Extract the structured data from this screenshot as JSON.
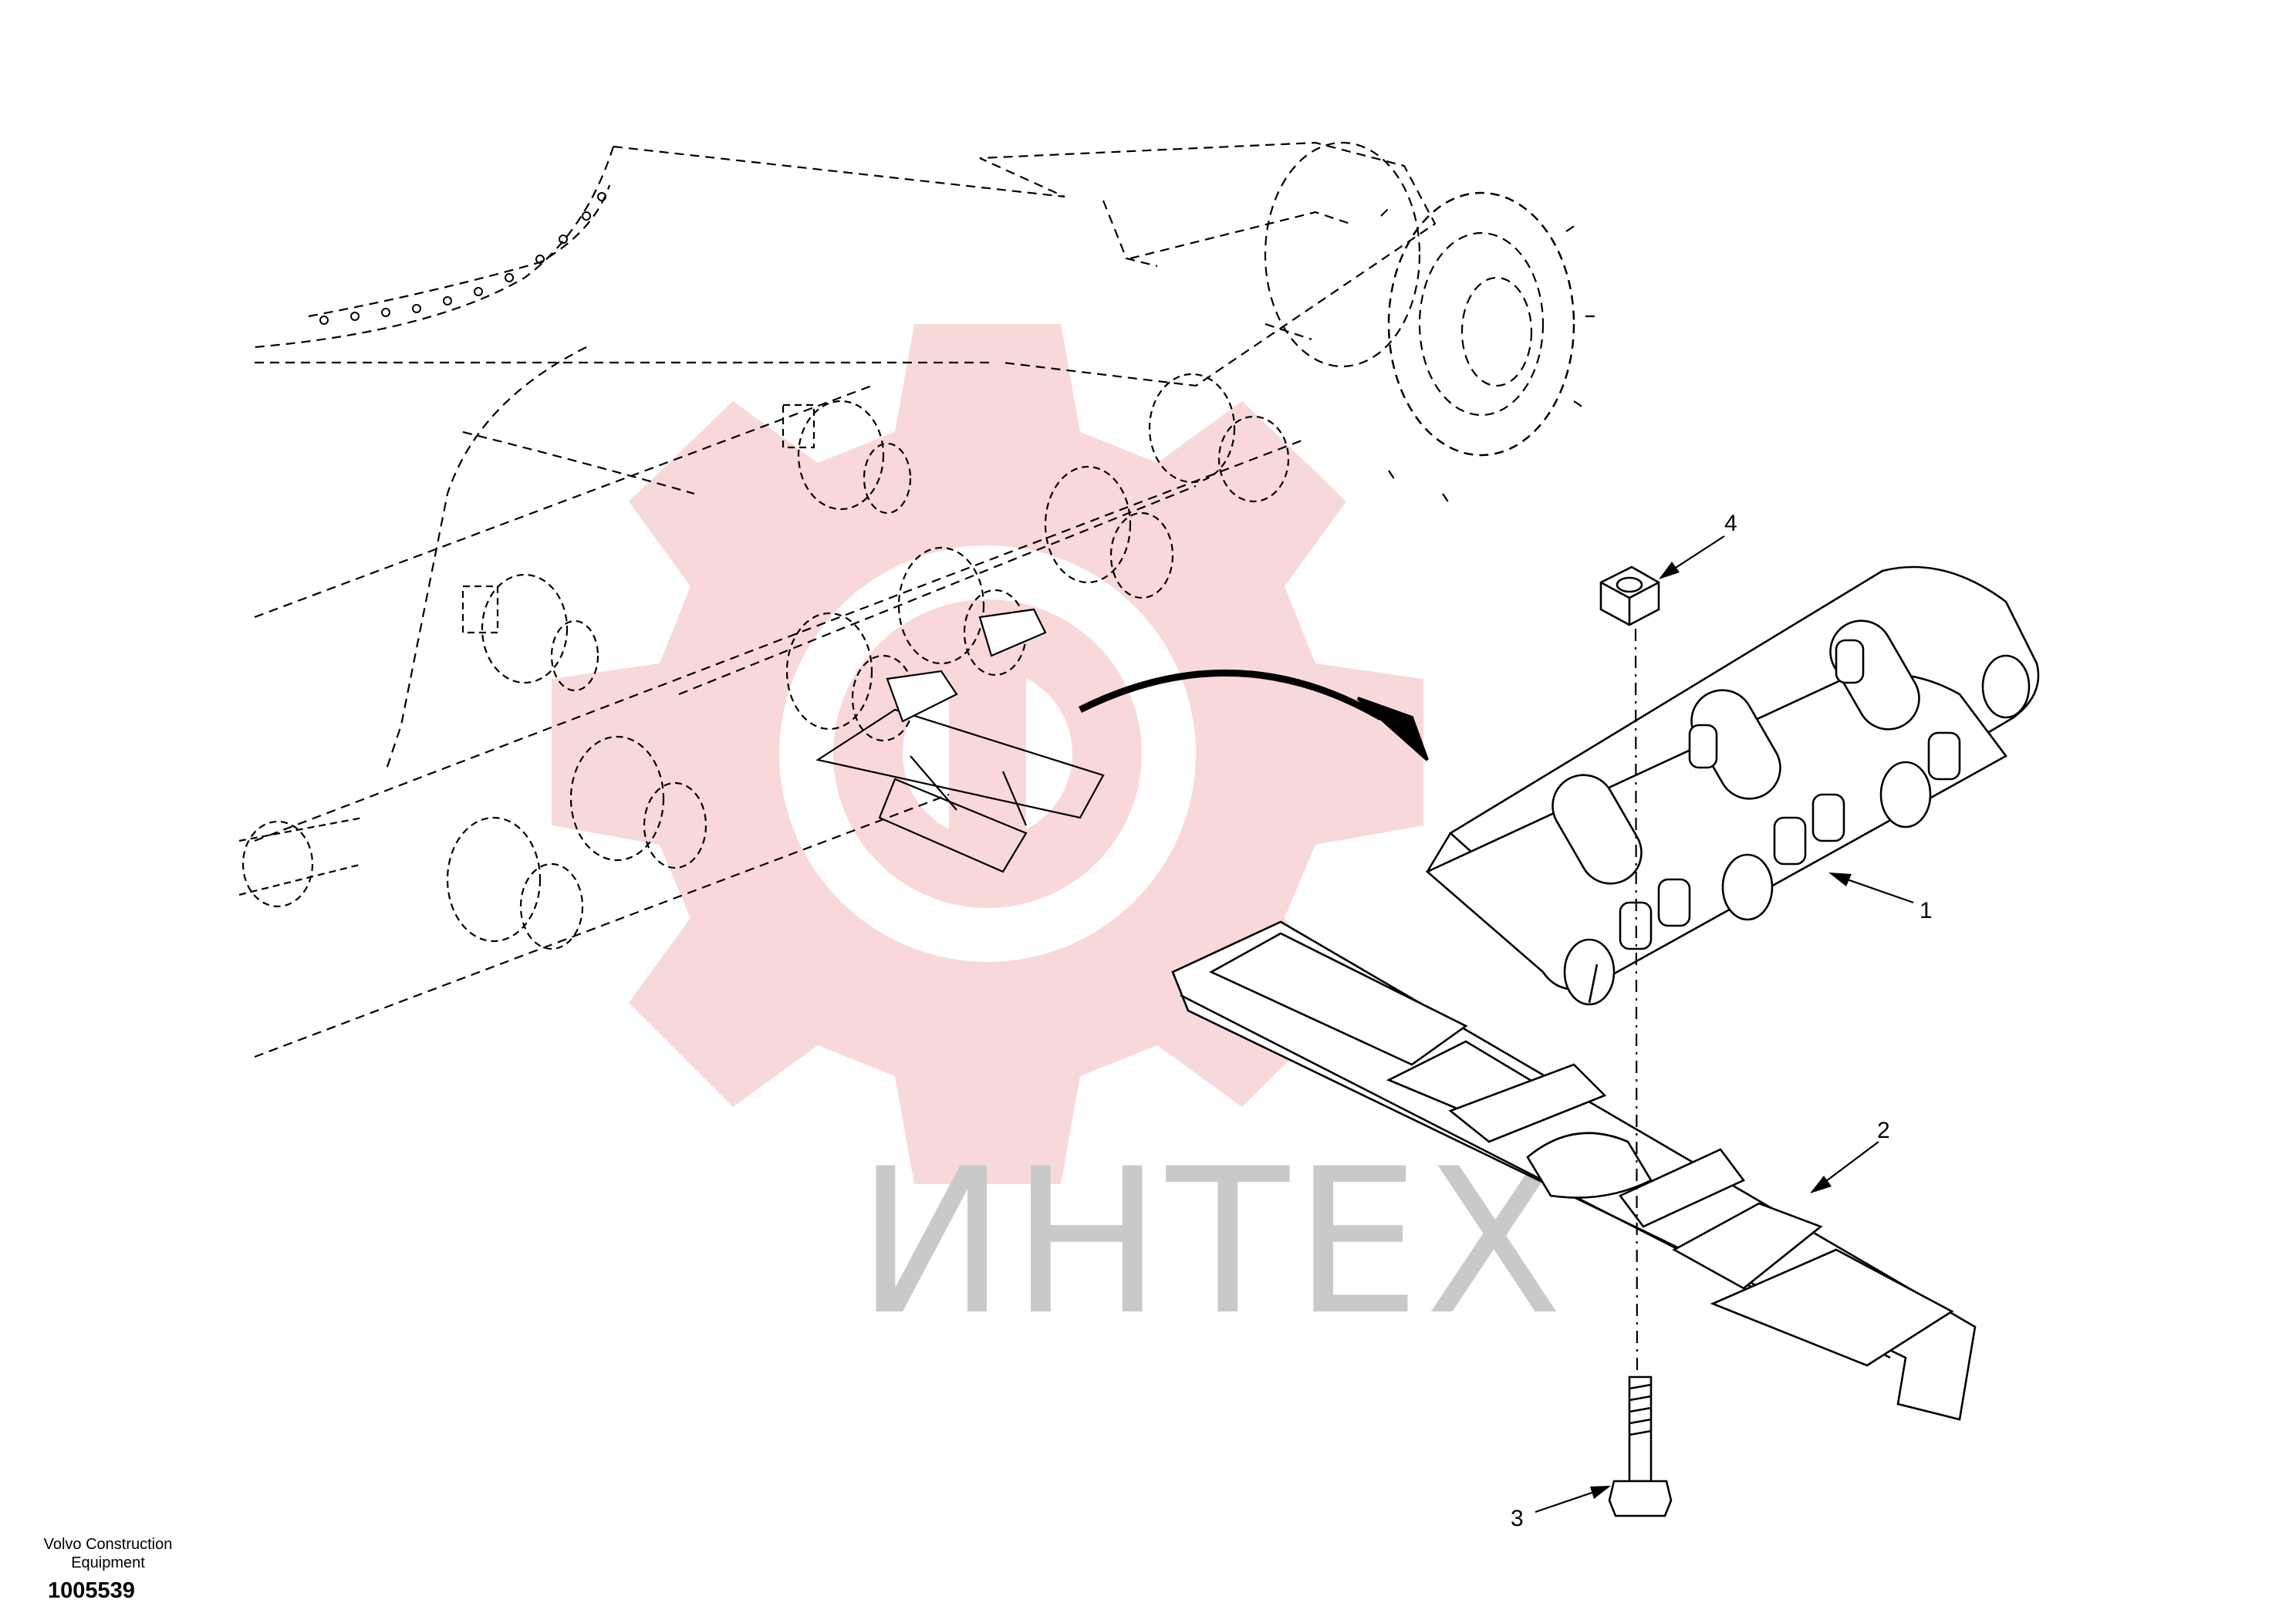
{
  "callouts": {
    "part_1": "1",
    "part_2": "2",
    "part_3": "3",
    "part_4": "4"
  },
  "watermark": {
    "text": "ИНТЕХ",
    "color": "#f3b9b9",
    "text_color": "#c9c9c9"
  },
  "caption": {
    "manufacturer_line1": "Volvo Construction",
    "manufacturer_line2": "Equipment",
    "document_number": "1005539"
  },
  "icons": {
    "arrow": "curved-arrow-icon",
    "watermark_logo": "gear-logo-icon"
  }
}
